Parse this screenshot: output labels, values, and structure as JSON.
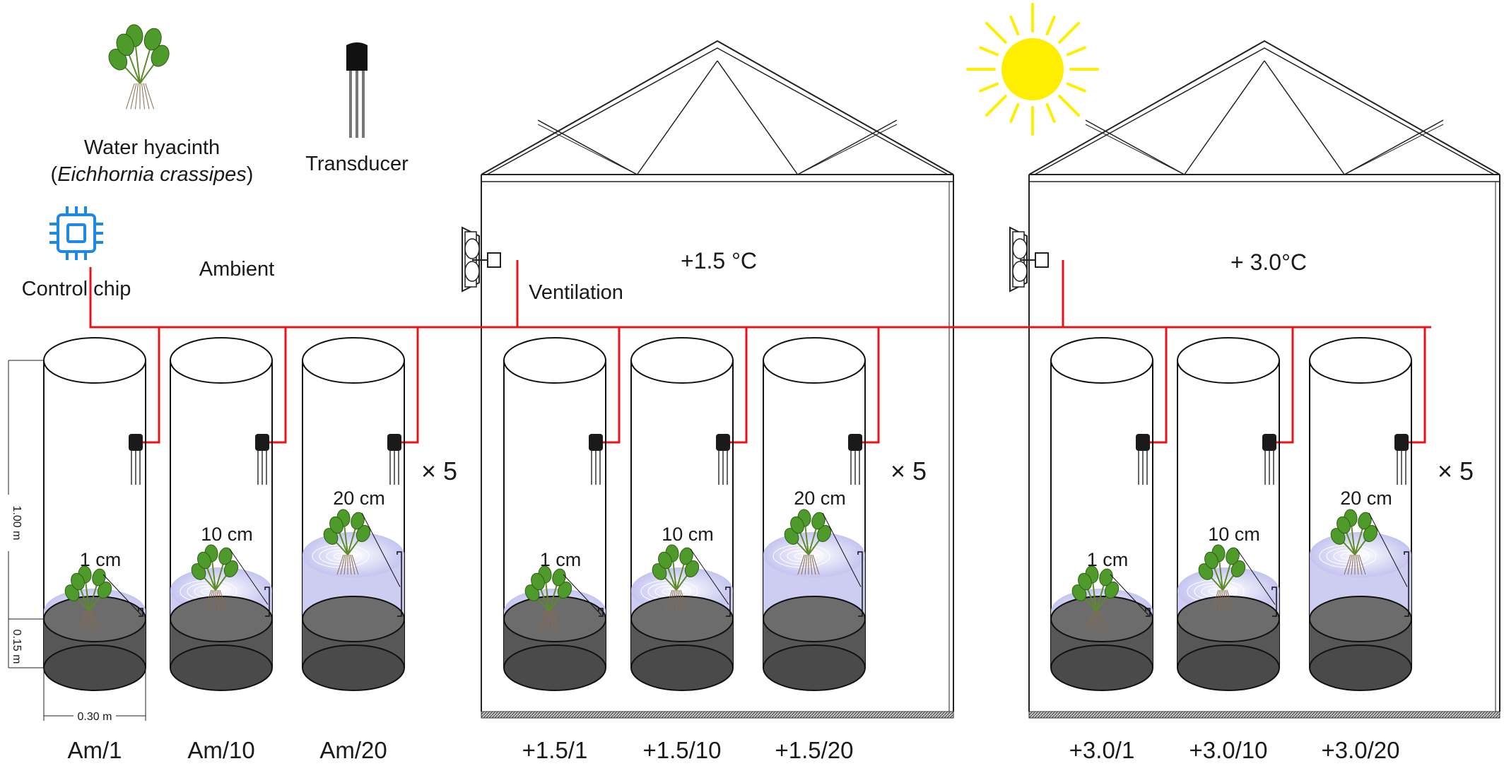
{
  "legend": {
    "plant_name": "Water hyacinth",
    "plant_sci_open": "(",
    "plant_sci_italic": "Eichhornia crassipes",
    "plant_sci_close": ")",
    "transducer": "Transducer",
    "control_chip": "Control chip"
  },
  "zones": {
    "ambient": "Ambient",
    "zone1_temp": "+1.5 °C",
    "zone2_temp": "+ 3.0°C",
    "ventilation": "Ventilation"
  },
  "replicates": [
    "× 5",
    "× 5",
    "× 5"
  ],
  "dimensions": {
    "height": "1.00 m",
    "sediment": "0.15 m",
    "diameter": "0.30 m"
  },
  "water_depths": [
    "1 cm",
    "10 cm",
    "20 cm",
    "1 cm",
    "10 cm",
    "20 cm",
    "1 cm",
    "10 cm",
    "20 cm"
  ],
  "treatments": [
    "Am/1",
    "Am/10",
    "Am/20",
    "+1.5/1",
    "+1.5/10",
    "+1.5/20",
    "+3.0/1",
    "+3.0/10",
    "+3.0/20"
  ],
  "colors": {
    "wire": "#e8141b",
    "water": "#c4c4f0",
    "sediment": "#575757",
    "sun": "#ffee00",
    "chip": "#1e88e5",
    "plant": "#4e9a2a"
  }
}
